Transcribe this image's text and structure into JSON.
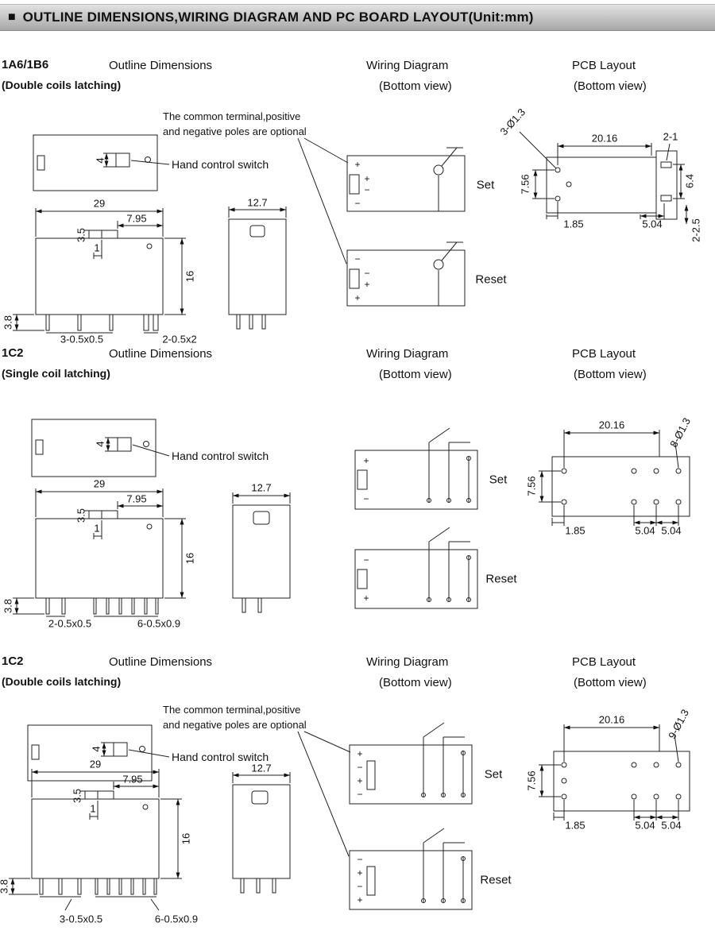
{
  "header": {
    "bullet": "■",
    "title": "OUTLINE DIMENSIONS,WIRING DIAGRAM AND PC BOARD LAYOUT(Unit:mm)"
  },
  "sections": [
    {
      "model": "1A6/1B6",
      "variant": "(Double coils latching)",
      "outline_title": "Outline Dimensions",
      "wiring_title": "Wiring Diagram",
      "wiring_view": "(Bottom view)",
      "pcb_title": "PCB Layout",
      "pcb_view": "(Bottom view)",
      "note_line1": "The common terminal,positive",
      "note_line2": "and negative poles are optional",
      "hand_control": "Hand control switch",
      "set_label": "Set",
      "reset_label": "Reset",
      "plus": "+",
      "minus": "−",
      "dims": {
        "switch_height": "4",
        "body_width": "29",
        "switch_offset": "7.95",
        "switch_rise": "3.5",
        "step": "1",
        "body_height": "16",
        "pin_length": "3.8",
        "pins_left": "3-0.5x0.5",
        "pins_right": "2-0.5x2",
        "side_width": "12.7"
      },
      "pcb": {
        "holes": "3-Ø1.3",
        "span": "20.16",
        "slots": "2-1",
        "row_pitch": "7.56",
        "slot_pitch": "6.4",
        "edge_offset": "1.85",
        "pitch": "5.04",
        "pads": "2-2.5"
      }
    },
    {
      "model": "1C2",
      "variant": "(Single coil latching)",
      "outline_title": "Outline Dimensions",
      "wiring_title": "Wiring Diagram",
      "wiring_view": "(Bottom view)",
      "pcb_title": "PCB Layout",
      "pcb_view": "(Bottom view)",
      "hand_control": "Hand control switch",
      "set_label": "Set",
      "reset_label": "Reset",
      "plus": "+",
      "minus": "−",
      "dims": {
        "switch_height": "4",
        "body_width": "29",
        "switch_offset": "7.95",
        "switch_rise": "3.5",
        "step": "1",
        "body_height": "16",
        "pin_length": "3.8",
        "pins_left": "2-0.5x0.5",
        "pins_right": "6-0.5x0.9",
        "side_width": "12.7"
      },
      "pcb": {
        "holes": "8-Ø1.3",
        "span": "20.16",
        "row_pitch": "7.56",
        "edge_offset": "1.85",
        "pitch1": "5.04",
        "pitch2": "5.04"
      }
    },
    {
      "model": "1C2",
      "variant": "(Double coils latching)",
      "outline_title": "Outline Dimensions",
      "wiring_title": "Wiring Diagram",
      "wiring_view": "(Bottom view)",
      "pcb_title": "PCB Layout",
      "pcb_view": "(Bottom view)",
      "note_line1": "The common terminal,positive",
      "note_line2": "and negative poles are optional",
      "hand_control": "Hand control switch",
      "set_label": "Set",
      "reset_label": "Reset",
      "plus": "+",
      "minus": "−",
      "dims": {
        "switch_height": "4",
        "body_width": "29",
        "switch_offset": "7.95",
        "switch_rise": "3.5",
        "step": "1",
        "body_height": "16",
        "pin_length": "3.8",
        "pins_left": "3-0.5x0.5",
        "pins_right": "6-0.5x0.9",
        "side_width": "12.7"
      },
      "pcb": {
        "holes": "9-Ø1.3",
        "span": "20.16",
        "row_pitch": "7.56",
        "edge_offset": "1.85",
        "pitch1": "5.04",
        "pitch2": "5.04"
      }
    }
  ]
}
